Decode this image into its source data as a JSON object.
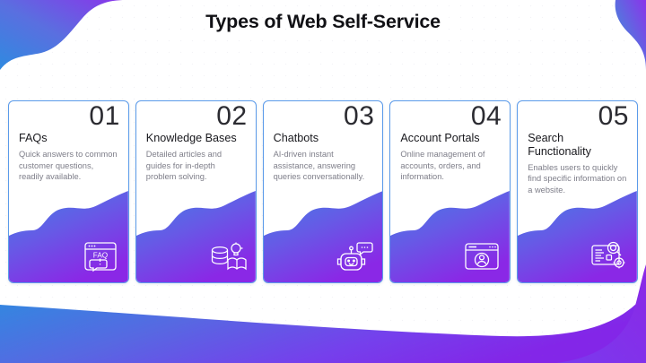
{
  "slide": {
    "title": "Types of Web Self-Service",
    "background_color": "#ffffff",
    "accent_blue": "#4a7ce8",
    "accent_purple": "#8326e8",
    "card_border_color": "#5b9bea",
    "number_color": "#2b2b31",
    "title_color": "#18181d",
    "description_color": "#7e7e89"
  },
  "cards": [
    {
      "number": "01",
      "title": "FAQs",
      "description": "Quick answers to common customer questions, readily available.",
      "icon": "faq-browser-icon"
    },
    {
      "number": "02",
      "title": "Knowledge Bases",
      "description": "Detailed articles and guides for in-depth problem solving.",
      "icon": "database-lightbulb-book-icon"
    },
    {
      "number": "03",
      "title": "Chatbots",
      "description": "AI-driven instant assistance, answering queries conversationally.",
      "icon": "robot-chat-icon"
    },
    {
      "number": "04",
      "title": "Account Portals",
      "description": "Online management of accounts, orders, and information.",
      "icon": "browser-user-account-icon"
    },
    {
      "number": "05",
      "title": "Search Functionality",
      "description": "Enables users to quickly find specific information on a website.",
      "icon": "search-document-gear-icon"
    }
  ]
}
